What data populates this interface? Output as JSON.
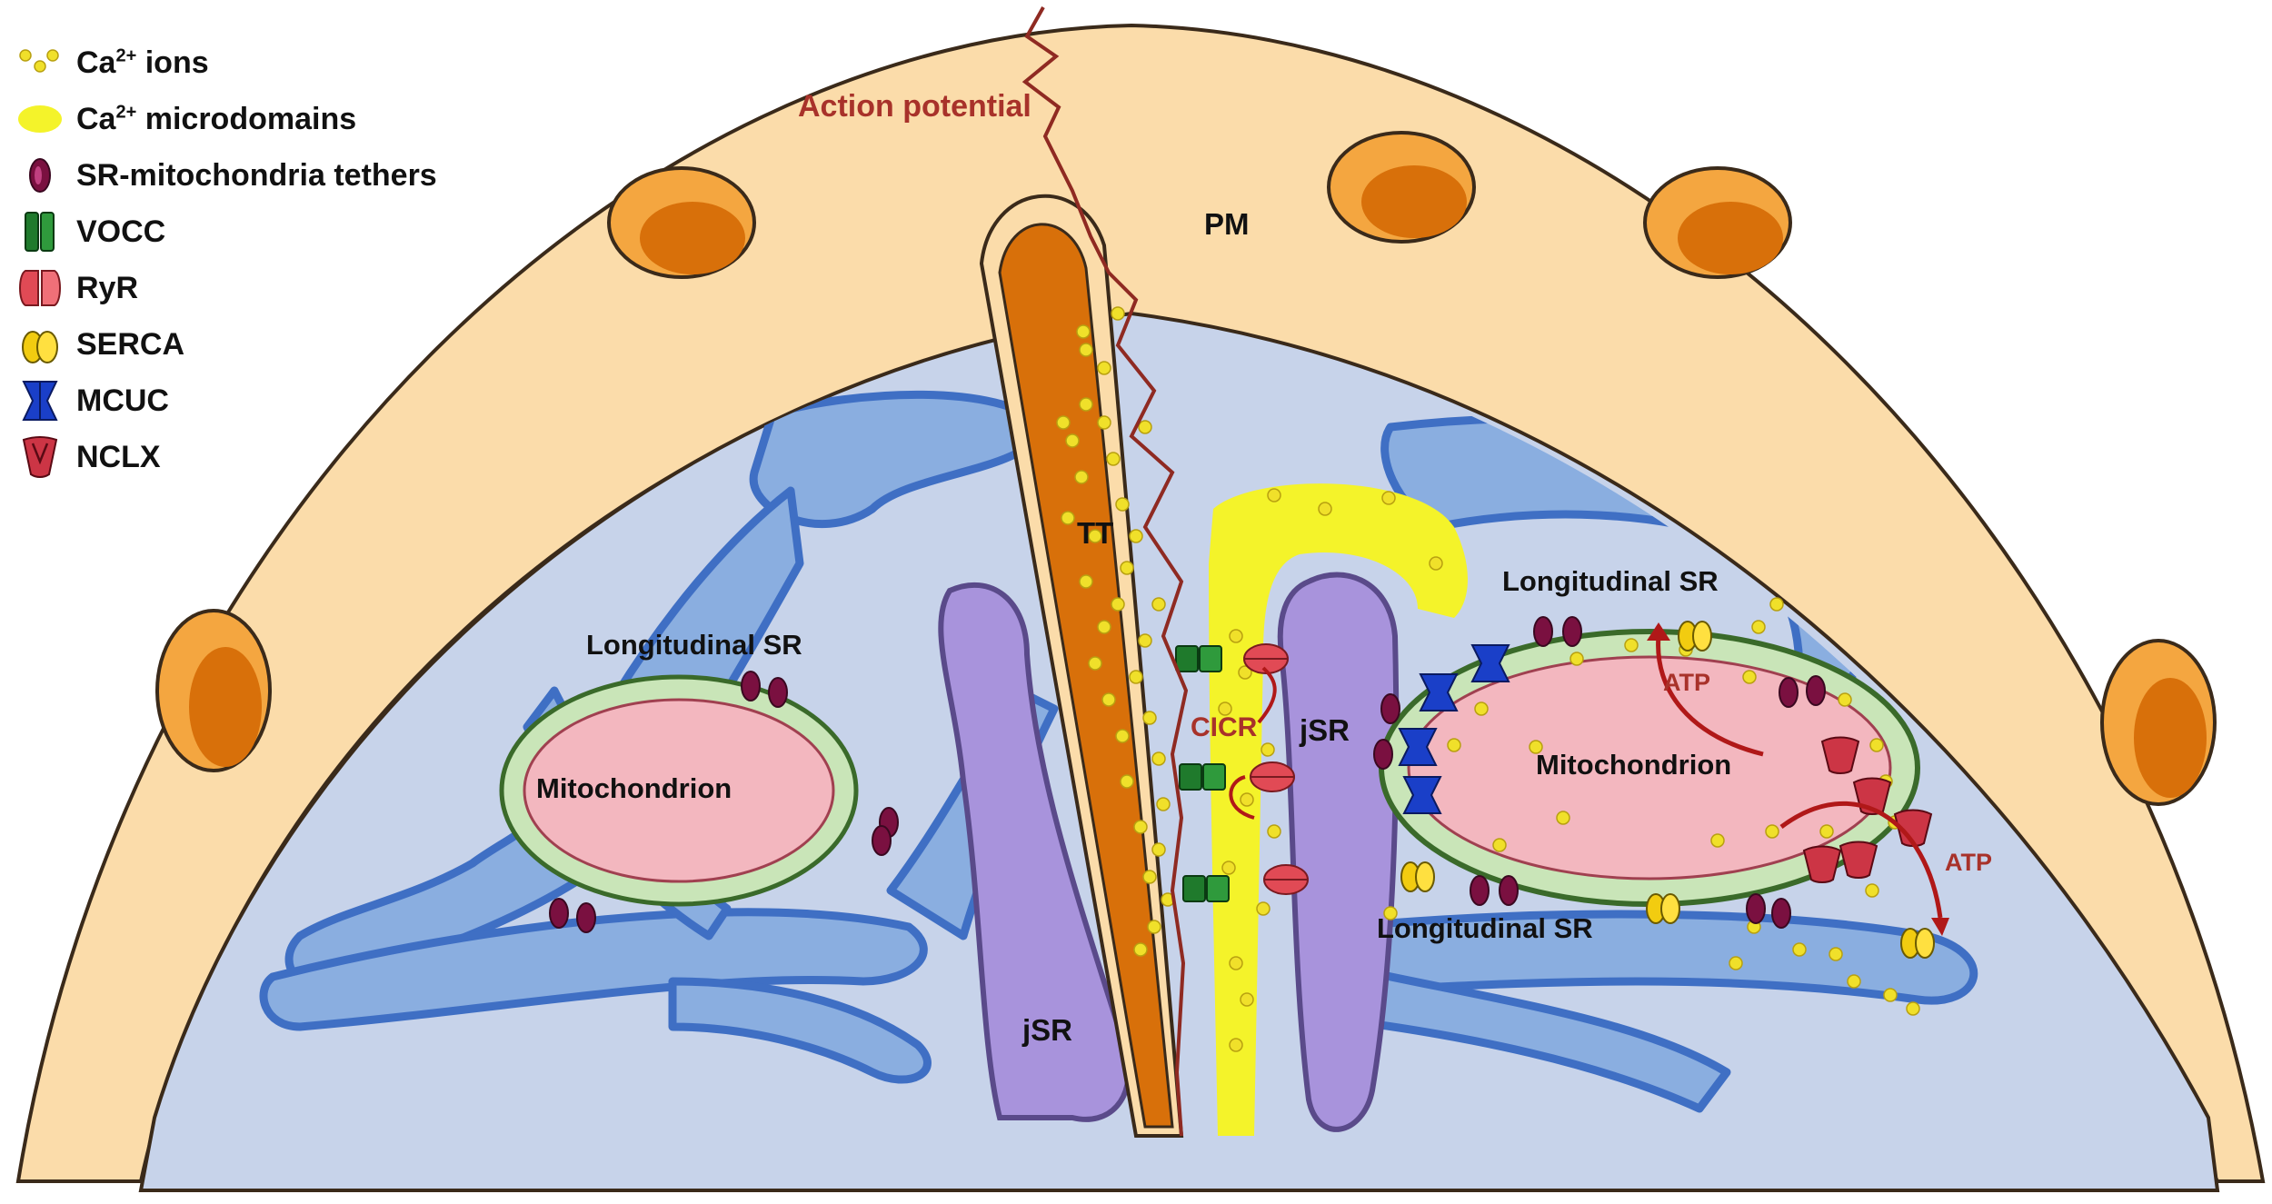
{
  "legend": {
    "items": [
      {
        "key": "ca_ions",
        "label": "Ca",
        "sup": "2+",
        "suffix": " ions"
      },
      {
        "key": "ca_microdomains",
        "label": "Ca",
        "sup": "2+",
        "suffix": " microdomains"
      },
      {
        "key": "tethers",
        "label": "SR-mitochondria tethers"
      },
      {
        "key": "vocc",
        "label": "VOCC"
      },
      {
        "key": "ryr",
        "label": "RyR"
      },
      {
        "key": "serca",
        "label": "SERCA"
      },
      {
        "key": "mcuc",
        "label": "MCUC"
      },
      {
        "key": "nclx",
        "label": "NCLX"
      }
    ]
  },
  "labels": {
    "action_potential": "Action potential",
    "pm": "PM",
    "tt": "TT",
    "cicr": "CICR",
    "jsr_left": "jSR",
    "jsr_right": "jSR",
    "long_sr_left": "Longitudinal SR",
    "long_sr_right_top": "Longitudinal SR",
    "long_sr_right_bottom": "Longitudinal SR",
    "mito_left": "Mitochondrion",
    "mito_right": "Mitochondrion",
    "atp_top": "ATP",
    "atp_right": "ATP"
  },
  "colors": {
    "membrane": "#fbdcaa",
    "membrane_edge": "#3a2a1a",
    "cytosol": "#c7d3ea",
    "sr": "#8aaee0",
    "sr_edge": "#3f6fc4",
    "jsr": "#a893dc",
    "tt": "#d96a0a",
    "microdomain": "#f4f32a",
    "ion": "#f0e02a",
    "mito": "#c9e5b8",
    "mito_inner": "#f3b7bf",
    "tether": "#7a1040",
    "vocc": "#1f7a2c",
    "ryr": "#e14a55",
    "serca": "#f2cc10",
    "mcuc": "#1a3fc8",
    "nclx": "#cc3545",
    "red_text": "#a8322a"
  }
}
